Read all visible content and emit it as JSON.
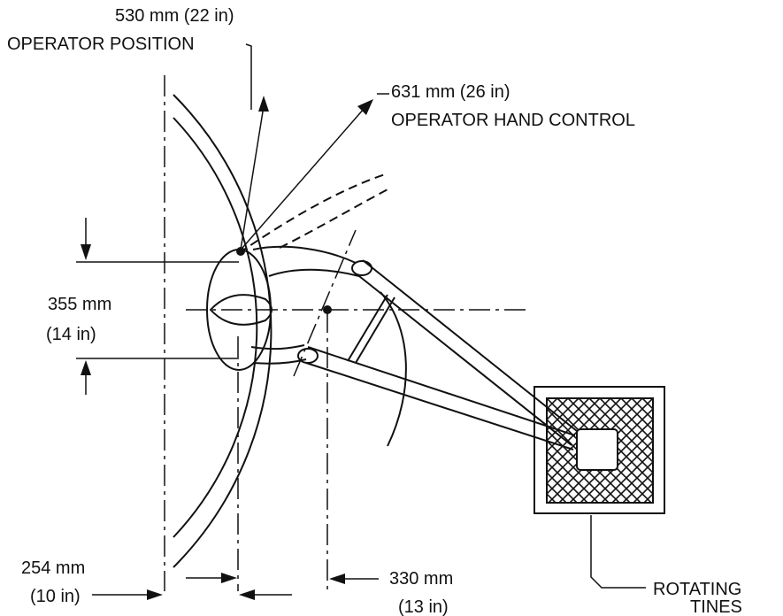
{
  "labels": {
    "operator_position_dim": "530 mm (22 in)",
    "operator_position": "OPERATOR POSITION",
    "hand_control_dim": "631 mm (26 in)",
    "hand_control": "OPERATOR HAND CONTROL",
    "height_dim_mm": "355 mm",
    "height_dim_in": "(14 in)",
    "left_offset_mm": "254 mm",
    "left_offset_in": "(10 in)",
    "right_offset_mm": "330 mm",
    "right_offset_in": "(13 in)",
    "tines_line1": "ROTATING",
    "tines_line2": "TINES"
  }
}
